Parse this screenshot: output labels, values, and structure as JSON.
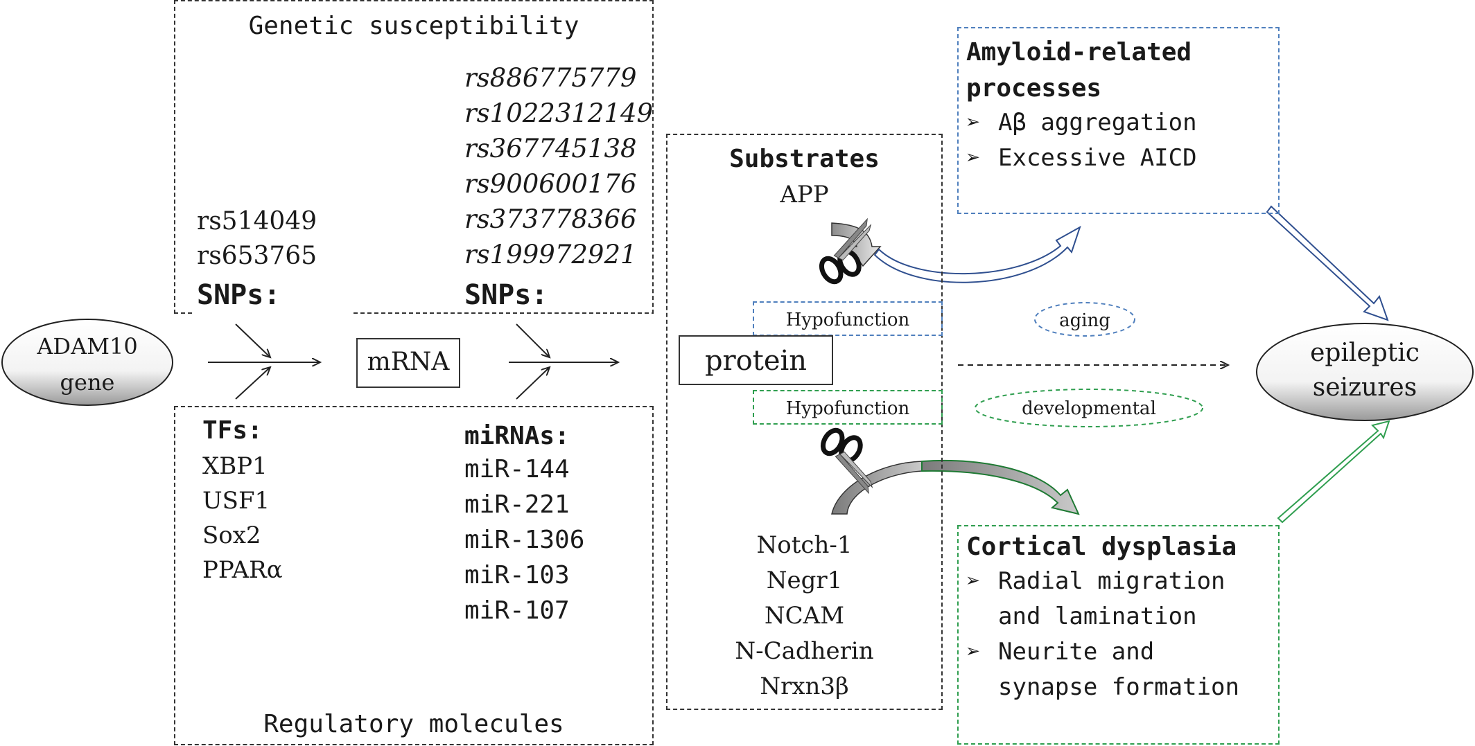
{
  "genetic": {
    "title": "Genetic susceptibility",
    "snps_left": [
      "rs514049",
      "rs653765"
    ],
    "snps_left_label": "SNPs:",
    "snps_right": [
      "rs886775779",
      "rs1022312149",
      "rs367745138",
      "rs900600176",
      "rs373778366",
      "rs199972921"
    ],
    "snps_right_label": "SNPs:"
  },
  "regulatory": {
    "title": "Regulatory molecules",
    "tfs_label": "TFs:",
    "tfs": [
      "XBP1",
      "USF1",
      "Sox2",
      "PPARα"
    ],
    "mirnas_label": "miRNAs:",
    "mirnas": [
      "miR-144",
      "miR-221",
      "miR-1306",
      "miR-103",
      "miR-107"
    ]
  },
  "flow": {
    "gene": [
      "ADAM10",
      "gene"
    ],
    "mrna": "mRNA",
    "protein": "protein",
    "outcome": [
      "epileptic",
      "seizures"
    ]
  },
  "substrates": {
    "title": "Substrates",
    "top": "APP",
    "bottom": [
      "Notch-1",
      "Negr1",
      "NCAM",
      "N-Cadherin",
      "Nrxn3β"
    ],
    "hypofunction_top": "Hypofunction",
    "hypofunction_bottom": "Hypofunction"
  },
  "amyloid": {
    "title": [
      "Amyloid-related",
      "processes"
    ],
    "items": [
      "Aβ aggregation",
      "Excessive AICD"
    ]
  },
  "cortical": {
    "title": "Cortical dysplasia",
    "items": [
      [
        "Radial migration",
        "and lamination"
      ],
      [
        "Neurite and",
        "synapse formation"
      ]
    ]
  },
  "modifiers": {
    "aging": "aging",
    "developmental": "developmental"
  },
  "colors": {
    "blue": "#4f7fbd",
    "green": "#2f9e4f",
    "dark_blue": "#2f4f8f",
    "dark_green": "#1f7a34",
    "line": "#333333"
  }
}
